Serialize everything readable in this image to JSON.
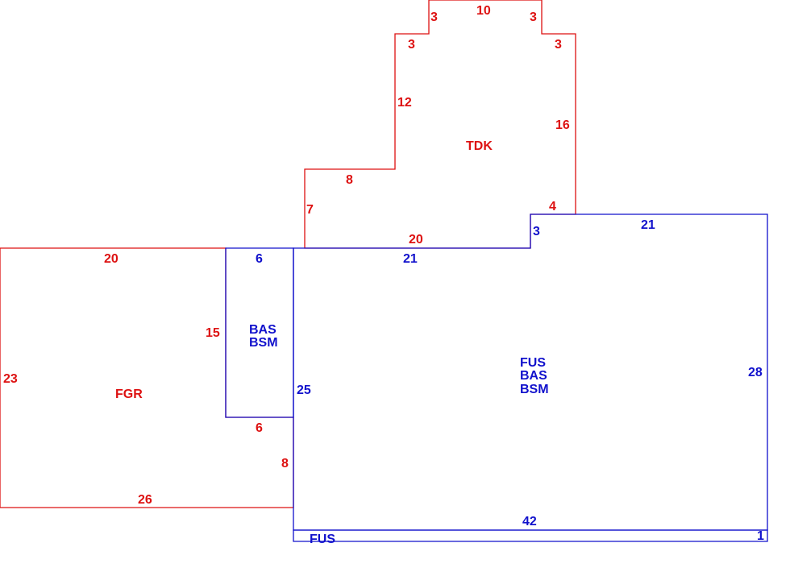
{
  "colors": {
    "red": "#dd1111",
    "blue": "#1111cc",
    "background": "#ffffff"
  },
  "areas": {
    "tdk": {
      "label": "TDK"
    },
    "fgr": {
      "label": "FGR"
    },
    "bas_bsm": {
      "lines": [
        "BAS",
        "BSM"
      ]
    },
    "fus_bas_bsm": {
      "lines": [
        "FUS",
        "BAS",
        "BSM"
      ]
    },
    "fus_strip": {
      "label": "FUS"
    }
  },
  "dimensions": {
    "tdk": {
      "top": "10",
      "top_left_step_v": "3",
      "top_right_step_v": "3",
      "left_step_h": "3",
      "right_step_h": "3",
      "left_upper": "12",
      "right": "16",
      "left_step_8": "8",
      "left_lower": "7",
      "bottom": "20",
      "bottom_right_step": "4"
    },
    "fus": {
      "top": "21",
      "step_v": "3",
      "top_left": "21",
      "right": "28",
      "left": "25",
      "bottom": "42",
      "strip_end": "1"
    },
    "bas": {
      "top": "6"
    },
    "fgr": {
      "top": "20",
      "left": "23",
      "inner_right": "15",
      "inner_bottom": "6",
      "right_lower": "8",
      "bottom": "26"
    }
  }
}
